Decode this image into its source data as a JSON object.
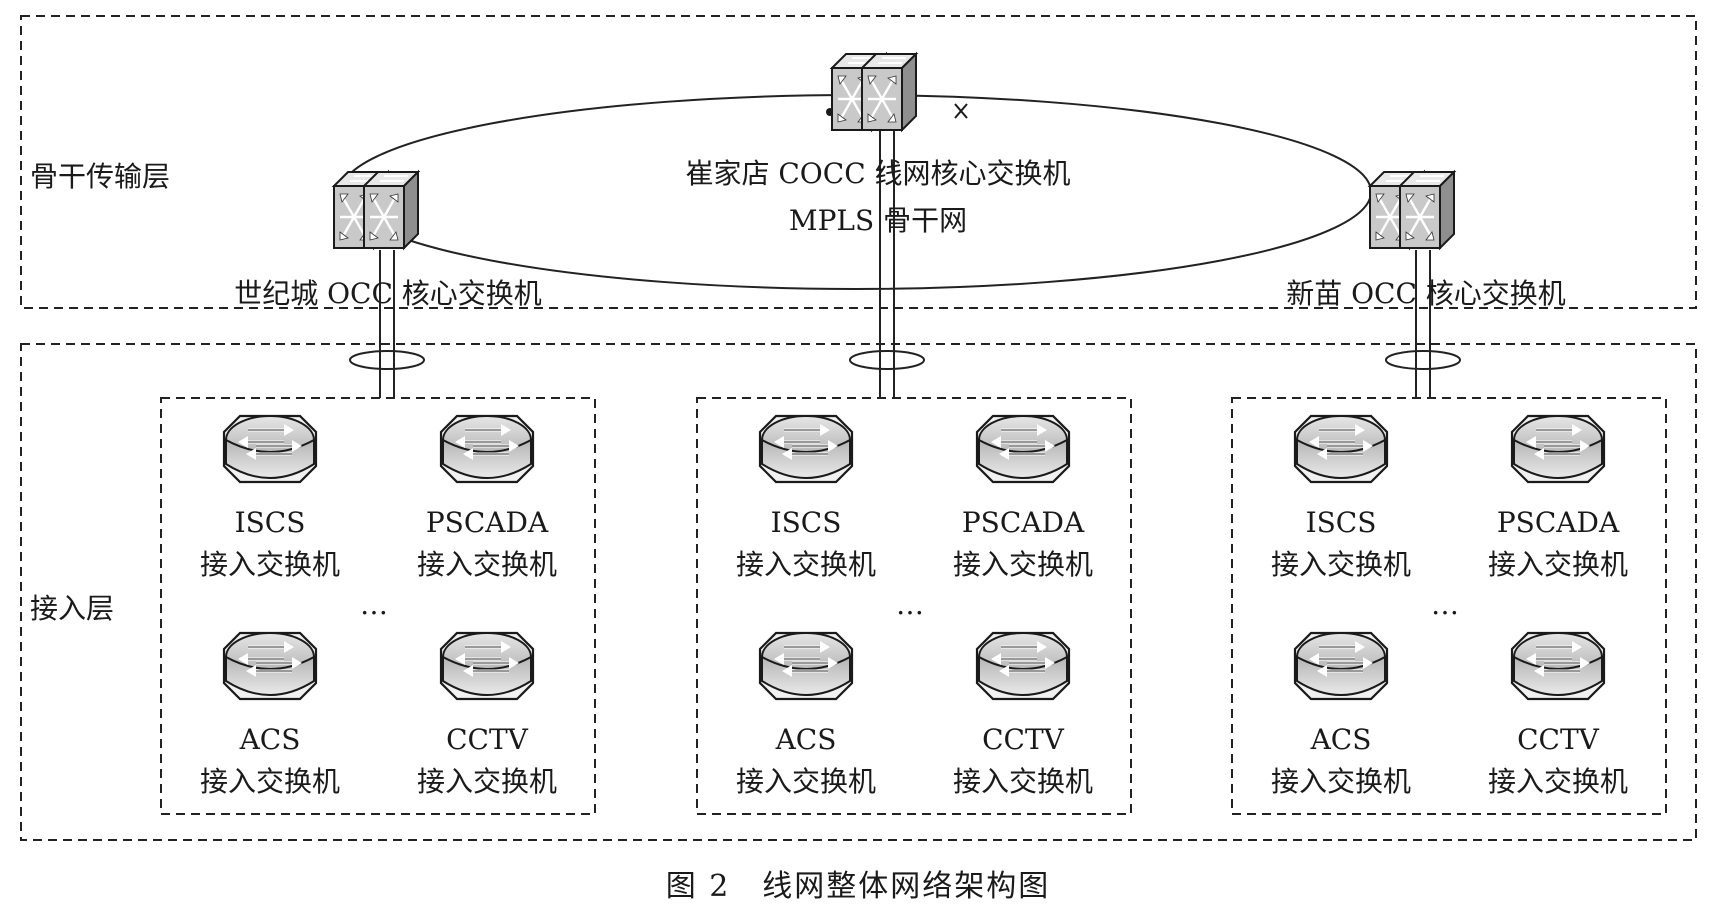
{
  "layers": {
    "backbone": "骨干传输层",
    "access": "接入层"
  },
  "backbone": {
    "network_label": "MPLS 骨干网",
    "center_switch": "崔家店 COCC 线网核心交换机",
    "left_switch": "世纪城 OCC 核心交换机",
    "right_switch": "新苗 OCC 核心交换机"
  },
  "access_groups": [
    {
      "switches": [
        {
          "name": "ISCS",
          "desc": "接入交换机"
        },
        {
          "name": "PSCADA",
          "desc": "接入交换机"
        },
        {
          "name": "ACS",
          "desc": "接入交换机"
        },
        {
          "name": "CCTV",
          "desc": "接入交换机"
        }
      ],
      "ellipsis": "…"
    },
    {
      "switches": [
        {
          "name": "ISCS",
          "desc": "接入交换机"
        },
        {
          "name": "PSCADA",
          "desc": "接入交换机"
        },
        {
          "name": "ACS",
          "desc": "接入交换机"
        },
        {
          "name": "CCTV",
          "desc": "接入交换机"
        }
      ],
      "ellipsis": "…"
    },
    {
      "switches": [
        {
          "name": "ISCS",
          "desc": "接入交换机"
        },
        {
          "name": "PSCADA",
          "desc": "接入交换机"
        },
        {
          "name": "ACS",
          "desc": "接入交换机"
        },
        {
          "name": "CCTV",
          "desc": "接入交换机"
        }
      ],
      "ellipsis": "…"
    }
  ],
  "caption": "图 2　线网整体网络架构图",
  "icons": {
    "core": "core-switch-icon",
    "access": "access-switch-icon"
  }
}
